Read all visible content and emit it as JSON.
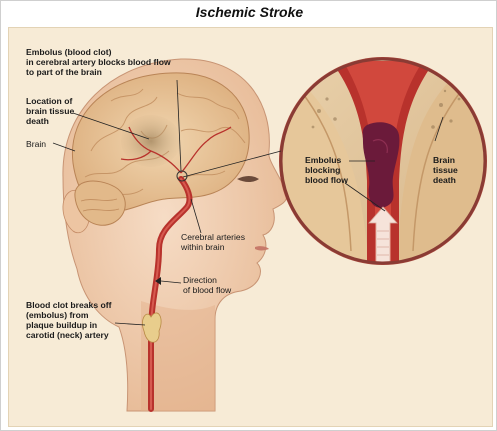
{
  "title": "Ischemic Stroke",
  "labels": {
    "embolus_artery": "Embolus (blood clot)\nin cerebral artery blocks blood flow\nto part of the brain",
    "location_death": "Location of\nbrain tissue\ndeath",
    "brain": "Brain",
    "cerebral_arteries": "Cerebral arteries\nwithin brain",
    "direction_flow": "Direction\nof blood flow",
    "clot_breaks": "Blood clot breaks off\n(embolus) from\nplaque buildup in\ncarotid (neck) artery",
    "embolus_blocking": "Embolus\nblocking\nblood flow",
    "brain_tissue_death": "Brain\ntissue\ndeath"
  },
  "colors": {
    "background": "#f7ebd6",
    "skin": "#f1d3b8",
    "brain": "#e9c69c",
    "artery": "#b8322c",
    "clot": "#6b1a3a",
    "inset_border": "#8a3b34"
  }
}
